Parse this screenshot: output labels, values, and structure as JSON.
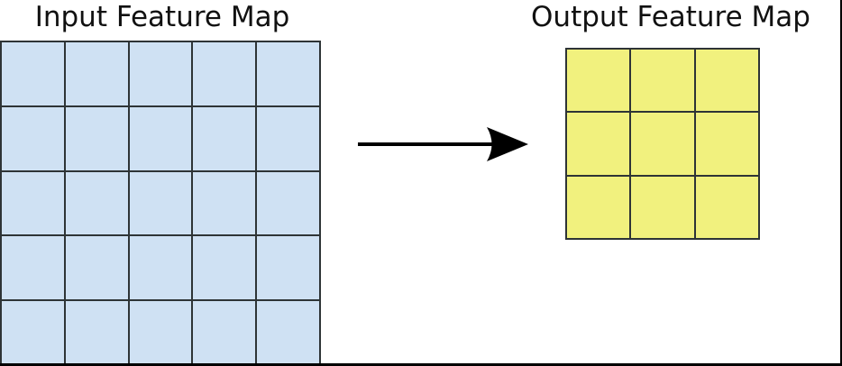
{
  "diagram": {
    "input_map": {
      "title": "Input Feature Map",
      "rows": 5,
      "cols": 5
    },
    "output_map": {
      "title": "Output Feature Map",
      "rows": 3,
      "cols": 3
    },
    "arrow": {
      "direction": "right"
    }
  },
  "colors": {
    "input_cell": "#cfe1f3",
    "output_cell": "#f1f17e",
    "grid_line": "#2e3436",
    "arrow": "#000000",
    "frame": "#000000",
    "title_text": "#111111"
  }
}
